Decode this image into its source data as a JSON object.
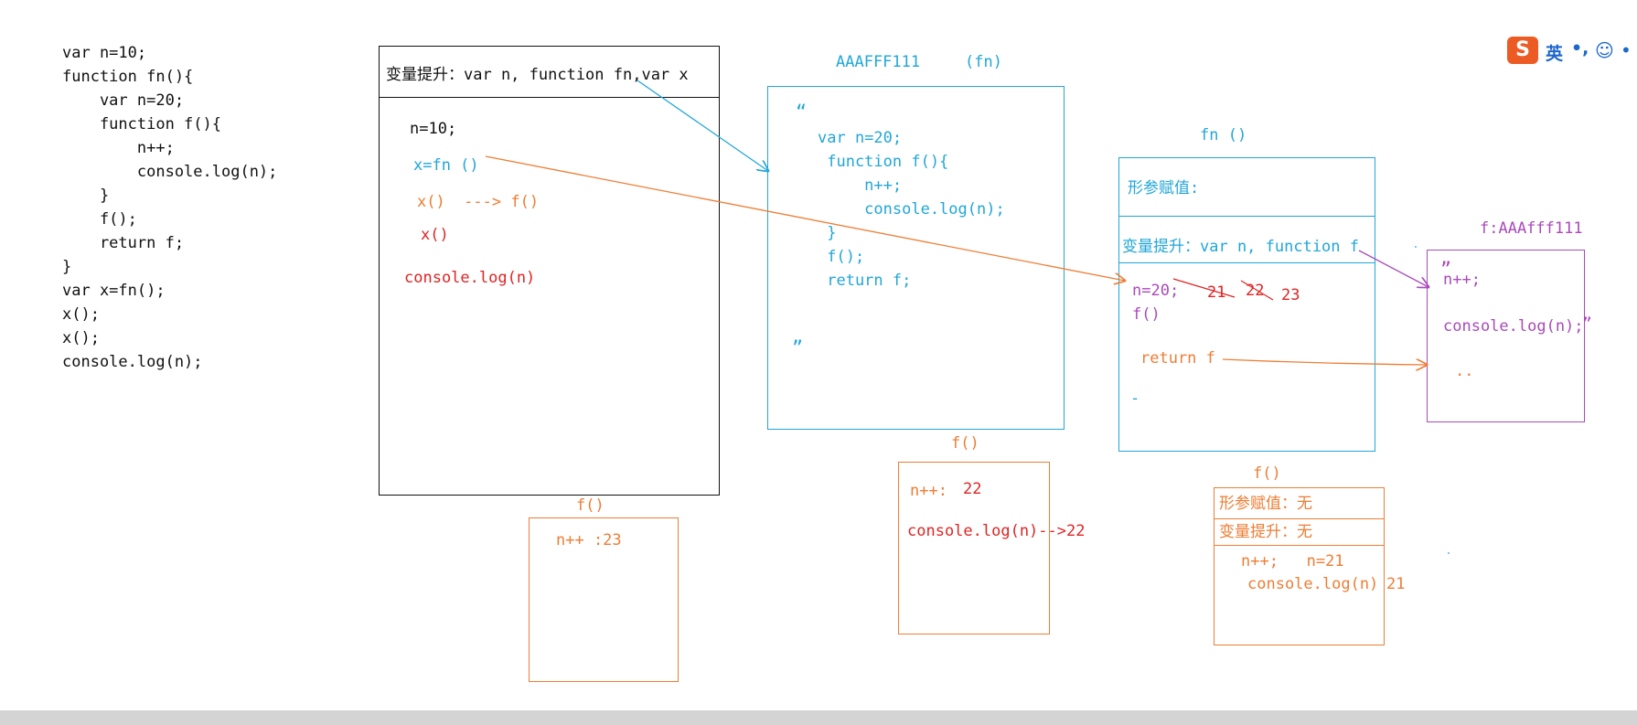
{
  "source_code": {
    "lines": [
      "var n=10;",
      "function fn(){",
      "    var n=20;",
      "    function f(){",
      "        n++;",
      "        console.log(n);",
      "    }",
      "    f();",
      "    return f;",
      "}",
      "var x=fn();",
      "x();",
      "x();",
      "console.log(n);"
    ]
  },
  "global_context": {
    "hoisting": "变量提升：var n, function fn,var x",
    "n_assign": "n=10;",
    "x_assign": "x=fn ()",
    "x_call_1": "x()  ---> f()",
    "x_call_2": "x()",
    "log": "console.log(n)"
  },
  "fn_heap": {
    "address": "AAAFFF111",
    "name": "(fn)",
    "open_quote": "“",
    "close_quote": "”",
    "lines": [
      "var n=20;",
      " function f(){",
      "     n++;",
      "     console.log(n);",
      " }",
      " f();",
      " return f;"
    ]
  },
  "fn_context": {
    "title": "fn ()",
    "params": "形参赋值:",
    "hoisting": "变量提升：var n, function f",
    "n_line": "n=20;",
    "n_21": "21",
    "n_22": "22",
    "n_23": "23",
    "f_call": "f()",
    "return_line": "return f",
    "dash": "-"
  },
  "f_heap": {
    "address": "f:AAAfff111",
    "open_quote": "”",
    "line1": "n++;",
    "line2": "console.log(n);",
    "close_quote": "”",
    "dots": ".."
  },
  "f_ctx_1": {
    "title": "f()",
    "params": "形参赋值：无",
    "hoisting": "变量提升：无",
    "n_line": "n++;   n=21",
    "log_line": "console.log(n)",
    "log_value": "21"
  },
  "f_ctx_2": {
    "title": "f()",
    "n_label": "n++:",
    "n_value": "22",
    "log_line": "console.log(n)-->22"
  },
  "f_ctx_3": {
    "title": "f()",
    "n_line": "n++ :23"
  },
  "ime": {
    "logo": "S",
    "mode": "英",
    "punct": "•,",
    "emoji": "☺",
    "mic": "•"
  },
  "colors": {
    "black": "#111111",
    "cyan": "#21a6d8",
    "orange": "#ee7d34",
    "red": "#e02424",
    "purple": "#a94aba",
    "ime": "#ec5b24"
  }
}
